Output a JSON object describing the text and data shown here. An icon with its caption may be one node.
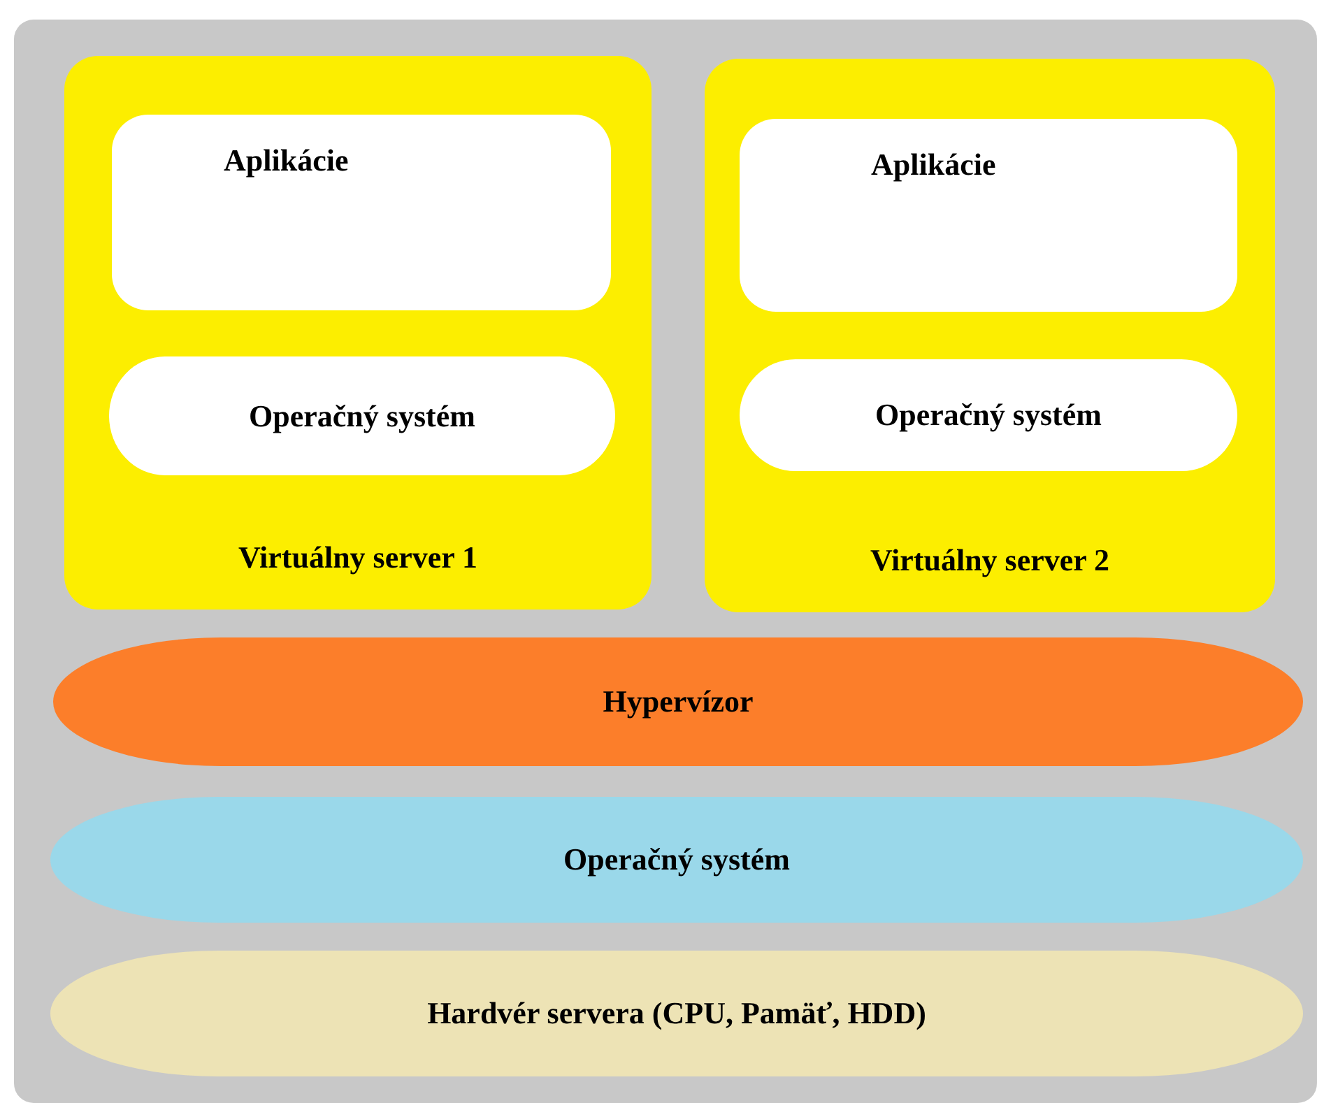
{
  "diagram": {
    "nodes": [
      {
        "text": [],
        "shape": "box"
      },
      {
        "text": [
          "Virtuálny server 1"
        ],
        "in": 0
      },
      {
        "text": [
          "Aplikácie"
        ],
        "in": 1
      },
      {
        "text": [
          "Operačný systém"
        ],
        "in": 1
      },
      {
        "text": [
          "Virtuálny server 2"
        ],
        "in": 0
      },
      {
        "text": [
          "Aplikácie"
        ],
        "in": 4
      },
      {
        "text": [
          "Operačný systém"
        ],
        "in": 4
      },
      {
        "text": [
          "Hypervízor"
        ],
        "in": 0
      },
      {
        "text": [
          "Operačný systém"
        ],
        "in": 0
      },
      {
        "text": [
          "Hardvér servera (CPU, Pamäť, HDD)"
        ],
        "in": 0
      }
    ]
  }
}
